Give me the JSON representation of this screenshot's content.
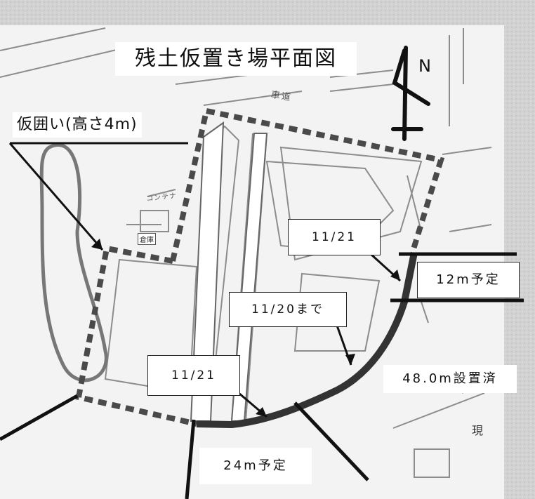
{
  "map": {
    "title": "残土仮置き場平面図",
    "north_label": "N",
    "fence_label": "仮囲い(高さ4m)",
    "road_label": "車道",
    "container_label": "コンテナ",
    "small_building_label": "倉庫",
    "side_label": "現",
    "annotations": {
      "date_a": "11/21",
      "date_b": "11/20まで",
      "date_c": "11/21",
      "wall_12m": "12m予定",
      "wall_48m": "48.0m設置済",
      "wall_24m": "24m予定"
    },
    "colors": {
      "background": "#d2d2d2",
      "map_paper": "#f3f3f3",
      "fence": "#4a4a4a",
      "installed_wall": "#333333",
      "leader": "#111111"
    },
    "icons": [
      "north-arrow-icon"
    ]
  }
}
